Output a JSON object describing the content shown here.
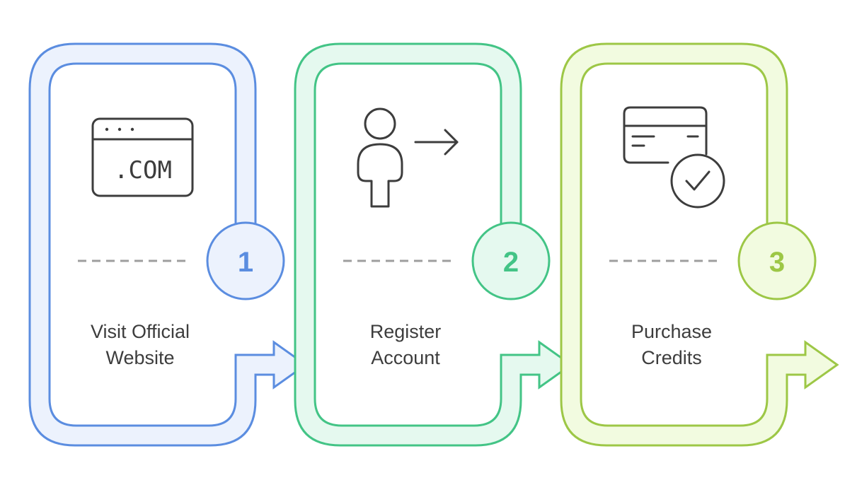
{
  "steps": [
    {
      "number": "1",
      "label_line1": "Visit Official",
      "label_line2": "Website",
      "icon": "website-com-icon",
      "icon_text": ".COM",
      "stroke_color": "#5b8de0",
      "fill_color": "#ecf2fd"
    },
    {
      "number": "2",
      "label_line1": "Register",
      "label_line2": "Account",
      "icon": "user-register-icon",
      "stroke_color": "#43c486",
      "fill_color": "#e5f9ef"
    },
    {
      "number": "3",
      "label_line1": "Purchase",
      "label_line2": "Credits",
      "icon": "credit-card-check-icon",
      "stroke_color": "#9dc746",
      "fill_color": "#f2fbe0"
    }
  ],
  "divider_color": "#9e9e9e",
  "text_color": "#3d3d3d"
}
